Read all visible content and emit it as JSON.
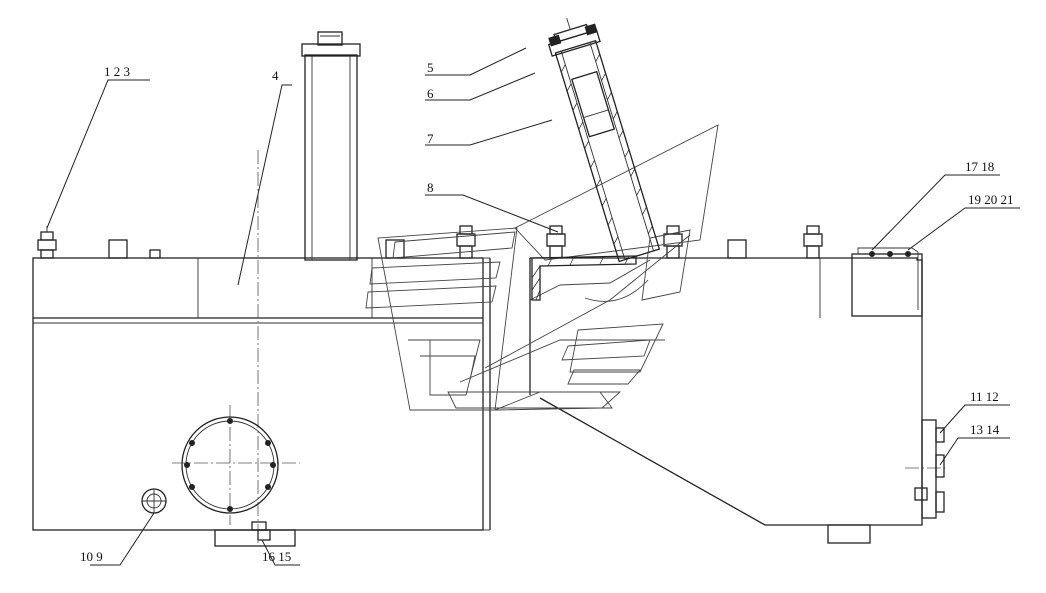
{
  "labels": {
    "l_1_2_3": "1  2 3",
    "l_4": "4",
    "l_5": "5",
    "l_6": "6",
    "l_7": "7",
    "l_8": "8",
    "l_17_18": "17 18",
    "l_19_20_21": "19 20 21",
    "l_11_12": "11 12",
    "l_13_14": "13 14",
    "l_10_9": "10 9",
    "l_16_15": "16 15"
  }
}
